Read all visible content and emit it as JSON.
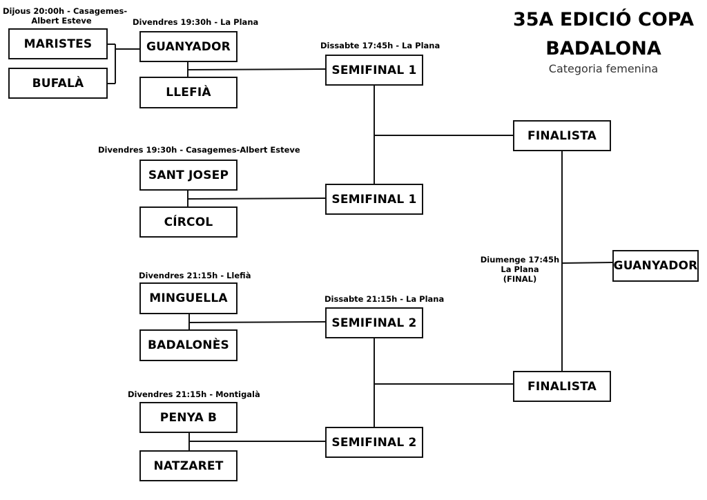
{
  "title": {
    "line1": "35A EDICIÓ COPA",
    "line2": "BADALONA",
    "subtitle": "Categoria femenina"
  },
  "teams": {
    "maristes": "MARISTES",
    "bufala": "BUFALÀ",
    "guanyador_r1": "GUANYADOR",
    "llefia": "LLEFIÀ",
    "sant_josep": "SANT JOSEP",
    "circol": "CÍRCOL",
    "minguella": "MINGUELLA",
    "badalones": "BADALONÈS",
    "penya_b": "PENYA B",
    "natzaret": "NATZARET"
  },
  "semifinals": [
    "SEMIFINAL 1",
    "SEMIFINAL 1",
    "SEMIFINAL 2",
    "SEMIFINAL 2"
  ],
  "finalists": [
    "FINALISTA",
    "FINALISTA"
  ],
  "champion": "GUANYADOR",
  "schedule": {
    "r0": "Dijous 20:00h - Casagemes-",
    "r0b": "Albert Esteve",
    "m1": "Divendres 19:30h - La Plana",
    "m2": "Divendres 19:30h - Casagemes-Albert Esteve",
    "m3": "Divendres 21:15h - Llefià",
    "m4": "Divendres 21:15h - Montigalà",
    "sf1": "Dissabte 17:45h - La Plana",
    "sf2": "Dissabte 21:15h - La Plana",
    "final1": "Diumenge 17:45h",
    "final2": "La Plana",
    "final3": "(FINAL)"
  }
}
